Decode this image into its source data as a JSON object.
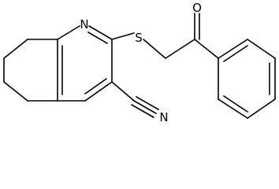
{
  "structure": {
    "atoms": {
      "ring_nitrogen": "N",
      "sulfur": "S",
      "carbonyl_oxygen": "O",
      "nitrile_nitrogen": "N"
    },
    "colors": {
      "bond": "#000000",
      "text": "#000000",
      "background": "#ffffff"
    }
  }
}
